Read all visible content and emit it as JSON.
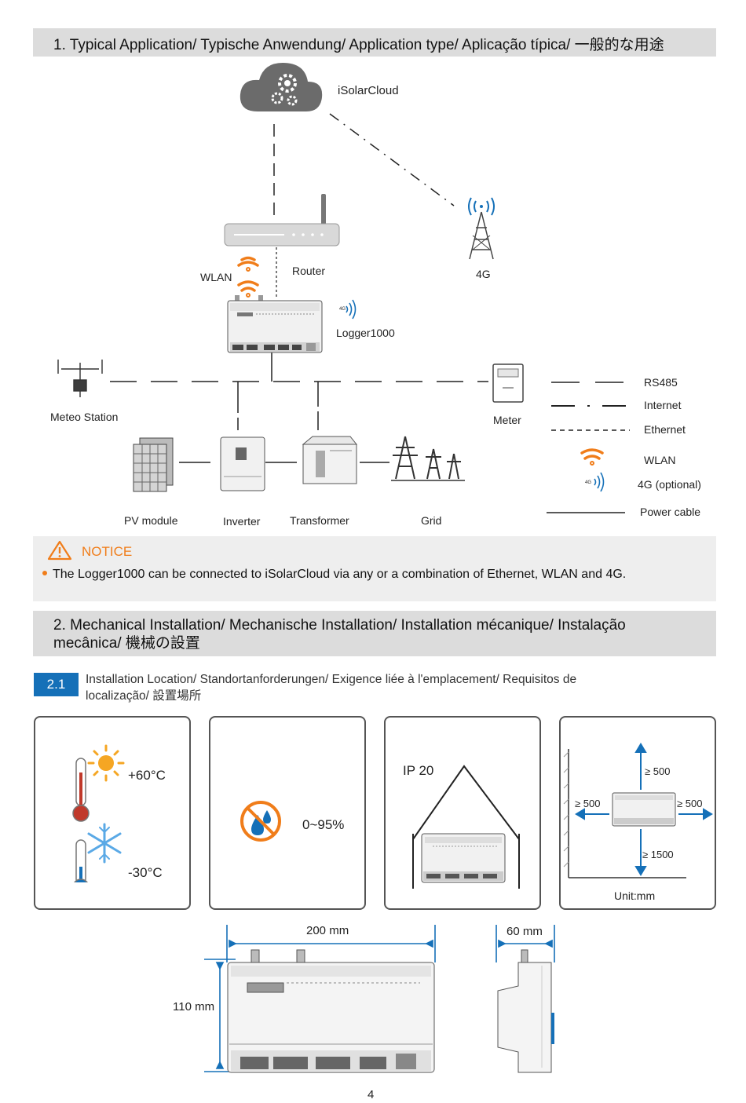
{
  "section1": {
    "title": "1. Typical Application/ Typische Anwendung/ Application type/ Aplicação típica/ 一般的な用途"
  },
  "diagram": {
    "cloud": "iSolarCloud",
    "router": "Router",
    "wlan": "WLAN",
    "tower_4g": "4G",
    "logger": "Logger1000",
    "logger_4g_badge": "4G",
    "meteo": "Meteo Station",
    "meter": "Meter",
    "pv": "PV module",
    "inverter": "Inverter",
    "transformer": "Transformer",
    "grid": "Grid"
  },
  "legend": {
    "rs485": "RS485",
    "internet": "Internet",
    "ethernet": "Ethernet",
    "wlan": "WLAN",
    "lte_badge": "4G",
    "lte": "4G (optional)",
    "power": "Power cable"
  },
  "notice": {
    "title": "NOTICE",
    "text": "The Logger1000 can be connected to iSolarCloud via any or a combination of Ethernet, WLAN and 4G."
  },
  "section2": {
    "title_line1": "2. Mechanical Installation/ Mechanische Installation/ Installation mécanique/ Instalação",
    "title_line2": "mecânica/ 機械の設置"
  },
  "subsection": {
    "number": "2.1",
    "title_line1": "Installation Location/ Standortanforderungen/ Exigence liée à l'emplacement/ Requisitos de",
    "title_line2": "localização/ 設置場所"
  },
  "panels": {
    "temp_high": "+60°C",
    "temp_low": "-30°C",
    "humidity": "0~95%",
    "ip": "IP 20",
    "clear_top": "≥ 500",
    "clear_left": "≥ 500",
    "clear_right": "≥  500",
    "clear_bottom": "≥ 1500",
    "unit": "Unit:mm"
  },
  "dimensions": {
    "width": "200 mm",
    "height": "110 mm",
    "depth": "60 mm"
  },
  "page_number": "4",
  "colors": {
    "accent_orange": "#f07d1a",
    "badge_blue": "#1570b8",
    "section_gray": "#dcdcdc"
  }
}
